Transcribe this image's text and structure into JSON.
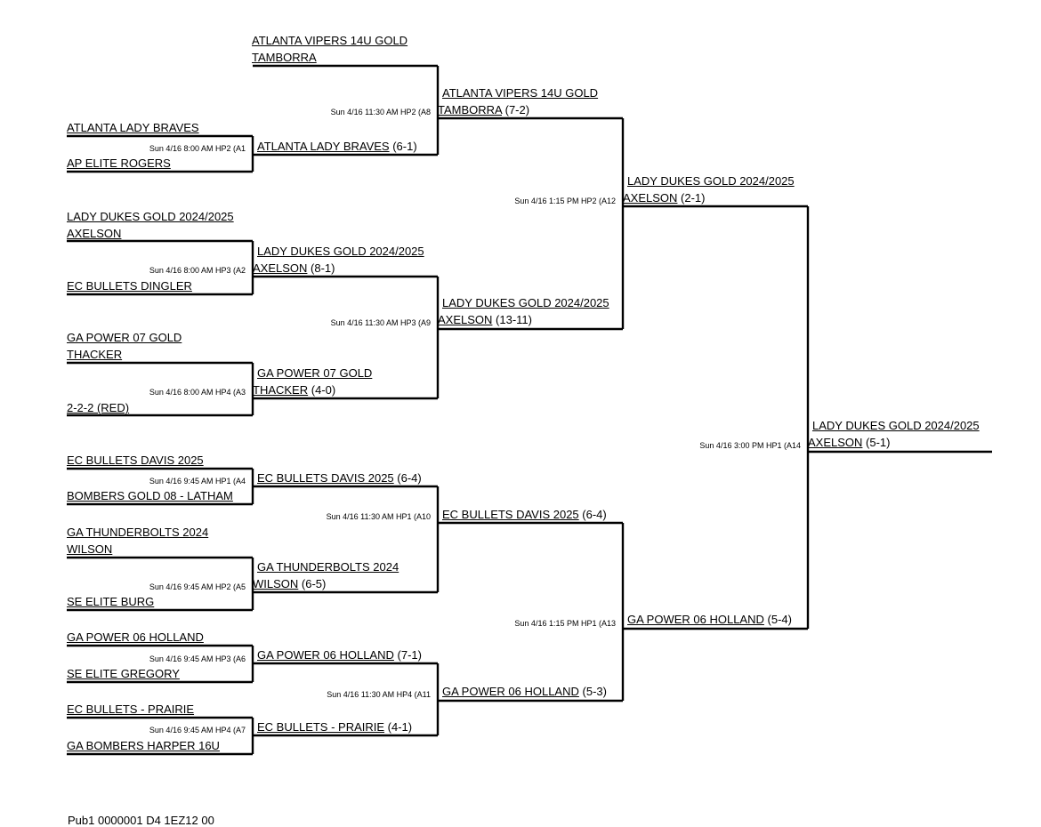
{
  "teams": [
    {
      "id": "t1",
      "line1": "ATLANTA VIPERS 14U GOLD",
      "line2": "TAMBORRA",
      "score": ""
    },
    {
      "id": "t2",
      "line1": "ATLANTA LADY BRAVES",
      "line2": "",
      "score": ""
    },
    {
      "id": "t3",
      "line1": "AP ELITE ROGERS",
      "line2": "",
      "score": ""
    },
    {
      "id": "t4",
      "line1": "LADY DUKES GOLD 2024/2025",
      "line2": "AXELSON",
      "score": ""
    },
    {
      "id": "t5",
      "line1": "EC BULLETS DINGLER",
      "line2": "",
      "score": ""
    },
    {
      "id": "t6",
      "line1": "GA POWER 07 GOLD",
      "line2": "THACKER",
      "score": ""
    },
    {
      "id": "t7",
      "line1": "2-2-2 (RED)",
      "line2": "",
      "score": ""
    },
    {
      "id": "t8",
      "line1": "EC BULLETS DAVIS 2025",
      "line2": "",
      "score": ""
    },
    {
      "id": "t9",
      "line1": "BOMBERS GOLD 08 - LATHAM",
      "line2": "",
      "score": ""
    },
    {
      "id": "t10",
      "line1": "GA THUNDERBOLTS 2024",
      "line2": "WILSON",
      "score": ""
    },
    {
      "id": "t11",
      "line1": "SE ELITE BURG",
      "line2": "",
      "score": ""
    },
    {
      "id": "t12",
      "line1": "GA POWER 06 HOLLAND",
      "line2": "",
      "score": ""
    },
    {
      "id": "t13",
      "line1": "SE ELITE GREGORY",
      "line2": "",
      "score": ""
    },
    {
      "id": "t14",
      "line1": "EC BULLETS - PRAIRIE",
      "line2": "",
      "score": ""
    },
    {
      "id": "t15",
      "line1": "GA BOMBERS HARPER 16U",
      "line2": "",
      "score": ""
    },
    {
      "id": "w1",
      "line1": "ATLANTA LADY BRAVES",
      "line2": "",
      "score": "(6-1)"
    },
    {
      "id": "w2",
      "line1": "LADY DUKES GOLD 2024/2025",
      "line2": "AXELSON",
      "score": "(8-1)"
    },
    {
      "id": "w3",
      "line1": "GA POWER 07 GOLD",
      "line2": "THACKER",
      "score": "(4-0)"
    },
    {
      "id": "w4",
      "line1": "EC BULLETS DAVIS 2025",
      "line2": "",
      "score": "(6-4)"
    },
    {
      "id": "w5",
      "line1": "GA THUNDERBOLTS 2024",
      "line2": "WILSON",
      "score": "(6-5)"
    },
    {
      "id": "w6",
      "line1": "GA POWER 06 HOLLAND",
      "line2": "",
      "score": "(7-1)"
    },
    {
      "id": "w7",
      "line1": "EC BULLETS - PRAIRIE",
      "line2": "",
      "score": "(4-1)"
    },
    {
      "id": "w8",
      "line1": "ATLANTA VIPERS 14U GOLD",
      "line2": "TAMBORRA",
      "score": "(7-2)"
    },
    {
      "id": "w9",
      "line1": "LADY DUKES GOLD 2024/2025",
      "line2": "AXELSON",
      "score": "(13-11)"
    },
    {
      "id": "w10",
      "line1": "EC BULLETS DAVIS 2025",
      "line2": "",
      "score": "(6-4)"
    },
    {
      "id": "w11",
      "line1": "GA POWER 06 HOLLAND",
      "line2": "",
      "score": "(5-3)"
    },
    {
      "id": "w12",
      "line1": "LADY DUKES GOLD 2024/2025",
      "line2": "AXELSON",
      "score": "(2-1)"
    },
    {
      "id": "w13",
      "line1": "GA POWER 06 HOLLAND",
      "line2": "",
      "score": "(5-4)"
    },
    {
      "id": "w14",
      "line1": "LADY DUKES GOLD 2024/2025",
      "line2": "AXELSON",
      "score": "(5-1)"
    }
  ],
  "games": [
    {
      "id": "A1",
      "text": "Sun 4/16 8:00 AM HP2   (A1"
    },
    {
      "id": "A2",
      "text": "Sun 4/16 8:00 AM HP3   (A2"
    },
    {
      "id": "A3",
      "text": "Sun 4/16 8:00 AM HP4   (A3"
    },
    {
      "id": "A4",
      "text": "Sun 4/16 9:45 AM HP1   (A4"
    },
    {
      "id": "A5",
      "text": "Sun 4/16 9:45 AM HP2   (A5"
    },
    {
      "id": "A6",
      "text": "Sun 4/16 9:45 AM HP3   (A6"
    },
    {
      "id": "A7",
      "text": "Sun 4/16 9:45 AM HP4   (A7"
    },
    {
      "id": "A8",
      "text": "Sun 4/16 11:30 AM HP2   (A8"
    },
    {
      "id": "A9",
      "text": "Sun 4/16 11:30 AM HP3   (A9"
    },
    {
      "id": "A10",
      "text": "Sun 4/16 11:30 AM HP1   (A10"
    },
    {
      "id": "A11",
      "text": "Sun 4/16 11:30 AM HP4   (A11"
    },
    {
      "id": "A12",
      "text": "Sun 4/16 1:15 PM HP2   (A12"
    },
    {
      "id": "A13",
      "text": "Sun 4/16 1:15 PM HP1   (A13"
    },
    {
      "id": "A14",
      "text": "Sun 4/16 3:00 PM HP1   (A14"
    }
  ],
  "footer": {
    "text": "Pub1 0000001 D4 1EZ12 00"
  }
}
